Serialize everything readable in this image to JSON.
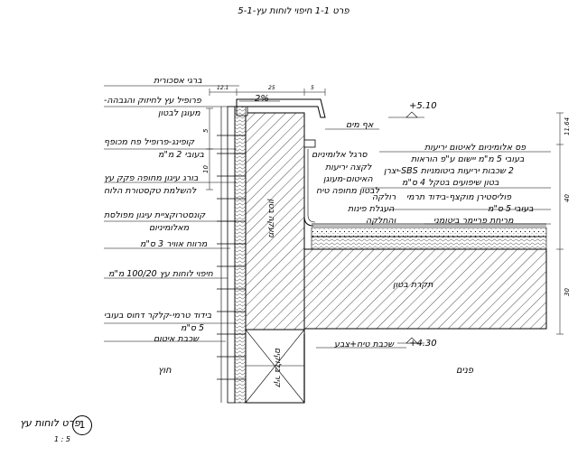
{
  "title": "פרט 1-1 חיפוי לוחות עץ-5-1",
  "labels_left": [
    "ברגי אסכורית",
    "פרופיל עץ לחיזוק והגבהה-",
    "מעוגן לבטון",
    "קופינג-פרופיל פח מכופף",
    "בעובי 2 מ\"מ",
    "בורג עיגון מחופה פקק עץ",
    "להשלמת טקסטורת הלוח",
    "קונסטרוקציית עיגון מפולסת",
    "מאלומיניום",
    "מרווח אוויר 3 ס\"מ",
    "חיפוי לוחות עץ 100/20 מ\"מ",
    "בידוד טרמי-קלקר דחוס בעובי",
    "5 ס\"מ",
    "שכבת איטום"
  ],
  "labels_right": [
    "אף מים",
    "פס אלומיניום לאיטום יריעות",
    "בעובי 5 מ\"מ יישום ע\"פ הוראות",
    "2 שכבות יריעות ביטומניות SBS-יצרן",
    "בטון שיפועים בטקל 4 ס\"מ",
    "פוליסטירן מוקצף-בידוד תרמי",
    "בעובי 5 ס\"מ",
    "מריחת פריימר ביטומני",
    "סרגל אלומיניום",
    "לקצה יריעות",
    "האיטום-מעוגן",
    "לבטון מחופה טיח",
    "רולקה",
    "העגלת פינות",
    "והחלקה",
    "תקרת בטון",
    "שכבת טיח+צבע"
  ],
  "vertical_labels": [
    "מעקה בטון",
    "קיר בלוקים"
  ],
  "dimensions": {
    "top": [
      "12.1",
      "25",
      "5"
    ],
    "slope": "2%",
    "left": [
      "5",
      "10"
    ],
    "right": [
      "11.64",
      "40",
      "30"
    ]
  },
  "elevations": [
    "+5.10",
    "+4.30"
  ],
  "sides": {
    "outside": "חוץ",
    "inside": "פנים"
  },
  "sheet": {
    "number": "1",
    "title": "פרט לוחות עץ",
    "scale": "1 : 5"
  },
  "colors": {
    "line": "#000000",
    "background": "#ffffff"
  }
}
